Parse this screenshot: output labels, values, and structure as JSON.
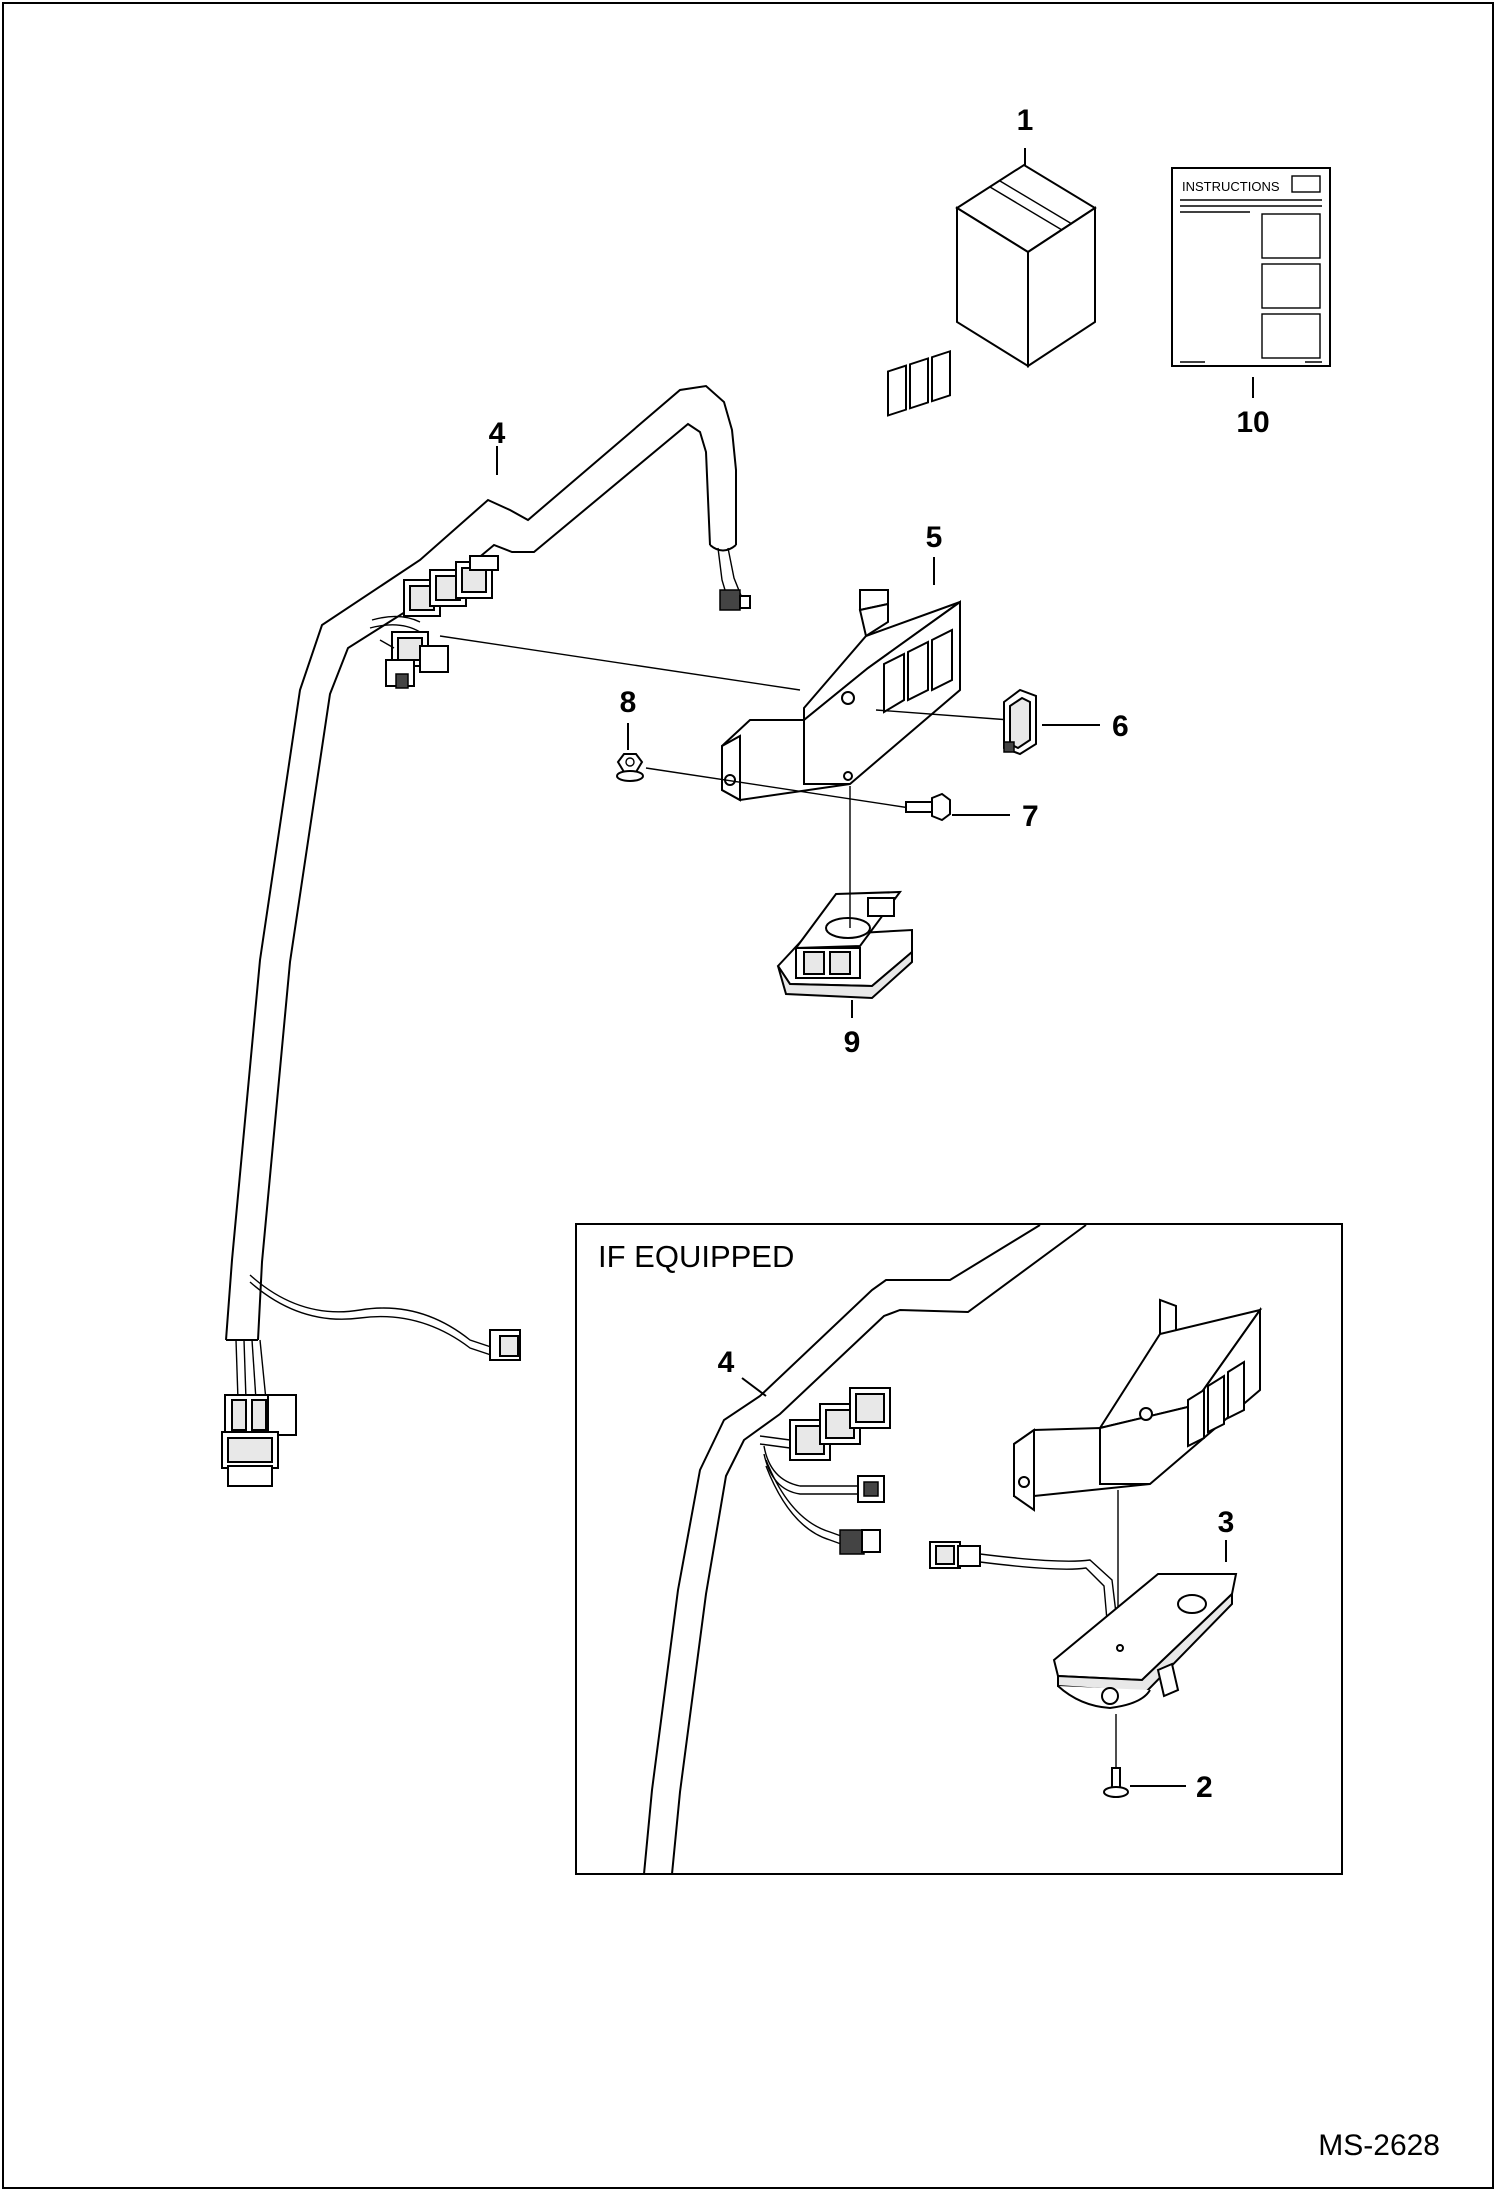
{
  "diagram": {
    "drawing_number": "MS-2628",
    "inset_title": "IF EQUIPPED",
    "instructions_label": "INSTRUCTIONS",
    "callouts": {
      "c1": "1",
      "c2": "2",
      "c3": "3",
      "c4": "4",
      "c4b": "4",
      "c5": "5",
      "c6": "6",
      "c7": "7",
      "c8": "8",
      "c9": "9",
      "c10": "10"
    }
  }
}
